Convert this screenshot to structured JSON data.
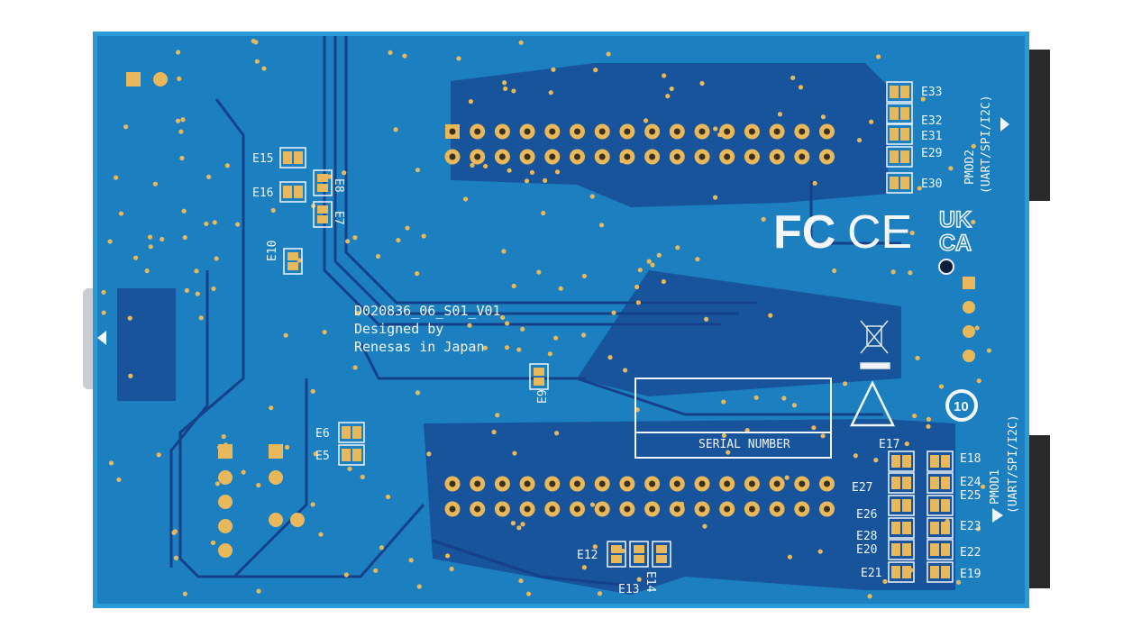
{
  "board": {
    "part_number": "D020836_06_S01_V01",
    "designed_line1": "Designed by",
    "designed_line2": "Renesas in Japan",
    "serial_label": "SERIAL NUMBER",
    "pmod2_label": "PMOD2",
    "pmod2_sub": "(UART/SPI/I2C)",
    "pmod1_label": "PMOD1",
    "pmod1_sub": "(UART/SPI/I2C)",
    "marks": {
      "fcc": "FC",
      "ce": "CE",
      "ukca_top": "UK",
      "ukca_bottom": "CA",
      "rohs": "10"
    },
    "jumpers": [
      "E33",
      "E32",
      "E31",
      "E29",
      "E30",
      "E15",
      "E16",
      "E8",
      "E7",
      "E10",
      "E6",
      "E5",
      "E9",
      "E12",
      "E13",
      "E14",
      "E17",
      "E18",
      "E24",
      "E27",
      "E25",
      "E26",
      "E23",
      "E28",
      "E20",
      "E22",
      "E21",
      "E19"
    ],
    "colors": {
      "pcb": "#1c7fc0",
      "trace": "#1a3f86",
      "pad": "#e8b85a",
      "silk": "#f2f6f8",
      "connector": "#2b2b2b"
    }
  }
}
